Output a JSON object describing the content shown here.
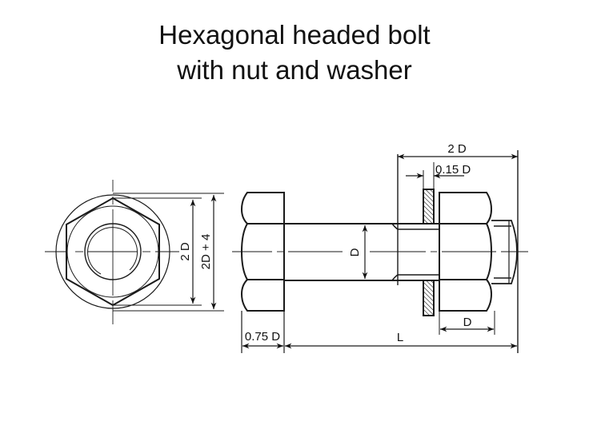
{
  "title": {
    "line1": "Hexagonal headed bolt",
    "line2": "with nut and washer"
  },
  "end_view": {
    "dims": {
      "inner": "2 D",
      "outer": "2D + 4"
    }
  },
  "side_view": {
    "dims": {
      "nut_width": "2 D",
      "washer_thickness": "0.15 D",
      "shank_diameter": "D",
      "nut_thickness": "D",
      "head_thickness": "0.75 D",
      "length": "L"
    }
  },
  "colors": {
    "line": "#1a1a1a",
    "background": "#ffffff"
  }
}
